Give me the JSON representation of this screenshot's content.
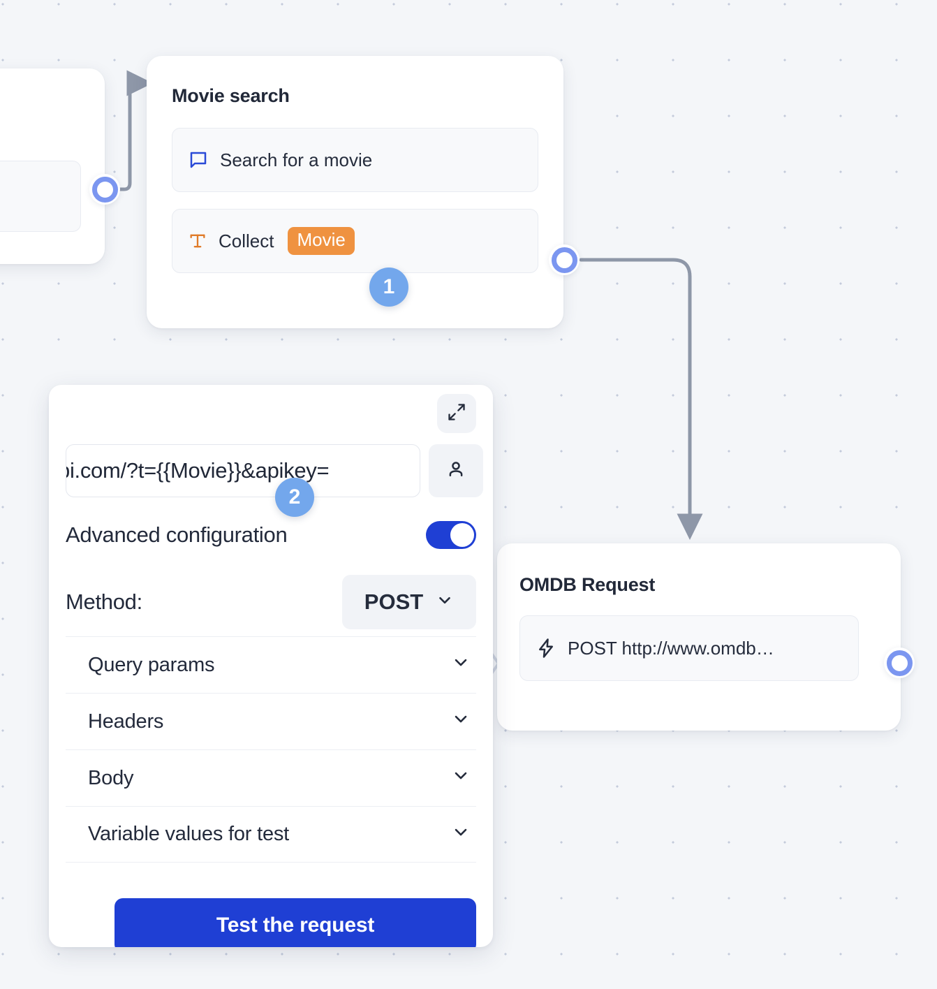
{
  "canvas": {
    "background_color": "#f4f6f9",
    "dot_color": "#c3cbdb"
  },
  "nodes": {
    "movie_search": {
      "title": "Movie search",
      "rows": [
        {
          "icon": "speech-bubble-icon",
          "label": "Search for a movie"
        },
        {
          "icon": "text-t-icon",
          "label": "Collect",
          "tag": "Movie",
          "tag_color": "#ef9240"
        }
      ]
    },
    "omdb_request": {
      "title": "OMDB Request",
      "rows": [
        {
          "icon": "lightning-bolt-icon",
          "label": "POST http://www.omdb…"
        }
      ]
    }
  },
  "config_panel": {
    "expand_icon": "expand-diagonal-icon",
    "url_value": "pi.com/?t={{Movie}}&apikey=",
    "user_icon": "person-icon",
    "advanced_label": "Advanced configuration",
    "advanced_enabled": "true",
    "method_label": "Method:",
    "method_value": "POST",
    "method_chevron": "chevron-down-icon",
    "accordion": [
      {
        "label": "Query params",
        "chevron": "chevron-down-icon"
      },
      {
        "label": "Headers",
        "chevron": "chevron-down-icon"
      },
      {
        "label": "Body",
        "chevron": "chevron-down-icon"
      },
      {
        "label": "Variable values for test",
        "chevron": "chevron-down-icon"
      }
    ],
    "test_button": "Test the request",
    "accent_color": "#1f3fd4"
  },
  "badges": [
    {
      "number": "1"
    },
    {
      "number": "2"
    }
  ],
  "ports": {
    "color": "#7b96f0"
  }
}
